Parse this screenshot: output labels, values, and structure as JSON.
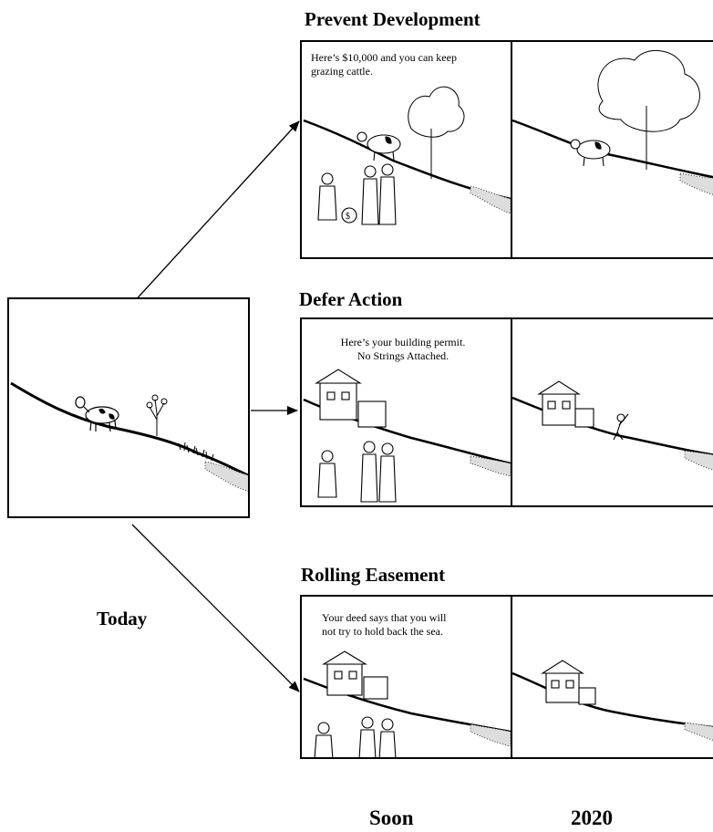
{
  "labels": {
    "today": "Today",
    "soon": "Soon",
    "future": "2020"
  },
  "scenarios": [
    {
      "title": "Prevent Development",
      "caption": "Here’s $10,000 and you can keep grazing cattle."
    },
    {
      "title": "Defer Action",
      "caption_line1": "Here’s your building permit.",
      "caption_line2": "No Strings Attached."
    },
    {
      "title": "Rolling Easement",
      "caption_line1": "Your deed says that you will",
      "caption_line2": "not try to hold back the sea."
    }
  ]
}
